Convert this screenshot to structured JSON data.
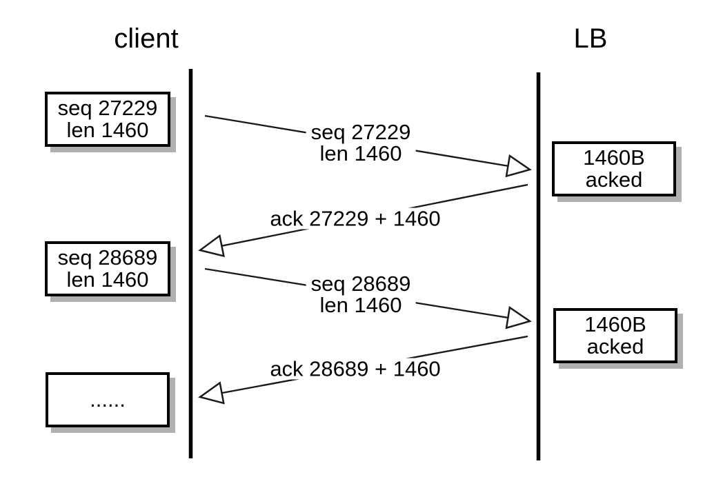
{
  "diagram_title": "tcp-segment-ack-sequence",
  "colors": {
    "foreground": "#000000",
    "background": "#ffffff",
    "box_shadow": "#b0b0b0"
  },
  "actors": {
    "left": "client",
    "right": "LB"
  },
  "client_events": [
    {
      "lines": [
        "seq 27229",
        "len 1460"
      ]
    },
    {
      "lines": [
        "seq 28689",
        "len 1460"
      ]
    },
    {
      "lines": [
        "......"
      ]
    }
  ],
  "lb_events": [
    {
      "lines": [
        "1460B",
        "acked"
      ]
    },
    {
      "lines": [
        "1460B",
        "acked"
      ]
    }
  ],
  "messages": [
    {
      "from": "client",
      "to": "LB",
      "lines": [
        "seq 27229",
        "len 1460"
      ]
    },
    {
      "from": "LB",
      "to": "client",
      "lines": [
        "ack 27229 + 1460"
      ]
    },
    {
      "from": "client",
      "to": "LB",
      "lines": [
        "seq 28689",
        "len 1460"
      ]
    },
    {
      "from": "LB",
      "to": "client",
      "lines": [
        "ack 28689 + 1460"
      ]
    }
  ]
}
